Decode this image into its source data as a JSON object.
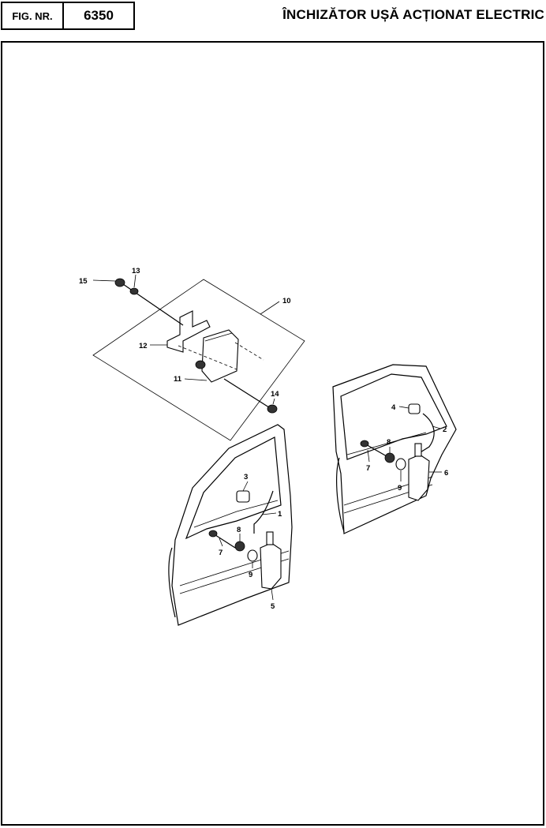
{
  "header": {
    "fig_label": "FIG. NR.",
    "fig_number": "6350",
    "title": "ÎNCHIZĂTOR UȘĂ ACȚIONAT ELECTRIC"
  },
  "callouts": [
    {
      "id": "c1",
      "label": "1"
    },
    {
      "id": "c2",
      "label": "2"
    },
    {
      "id": "c3",
      "label": "3"
    },
    {
      "id": "c4",
      "label": "4"
    },
    {
      "id": "c5",
      "label": "5"
    },
    {
      "id": "c6",
      "label": "6"
    },
    {
      "id": "c7a",
      "label": "7"
    },
    {
      "id": "c7b",
      "label": "7"
    },
    {
      "id": "c8a",
      "label": "8"
    },
    {
      "id": "c8b",
      "label": "8"
    },
    {
      "id": "c9a",
      "label": "9"
    },
    {
      "id": "c9b",
      "label": "9"
    },
    {
      "id": "c10",
      "label": "10"
    },
    {
      "id": "c11",
      "label": "11"
    },
    {
      "id": "c12",
      "label": "12"
    },
    {
      "id": "c13",
      "label": "13"
    },
    {
      "id": "c14",
      "label": "14"
    },
    {
      "id": "c15",
      "label": "15"
    }
  ]
}
